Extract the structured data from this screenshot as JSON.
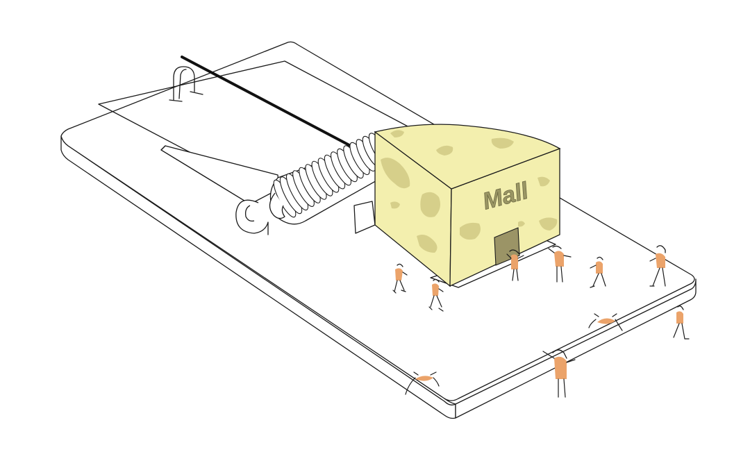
{
  "scene": {
    "sign_text": "Mall",
    "colors": {
      "cheese": "#f3efae",
      "cheese_hole": "#d6cf8a",
      "door": "#9b9466",
      "person": "#eba36a",
      "line": "#1a1a1a"
    },
    "icons": [
      "mousetrap",
      "cheese-block",
      "shopper-figure"
    ]
  }
}
